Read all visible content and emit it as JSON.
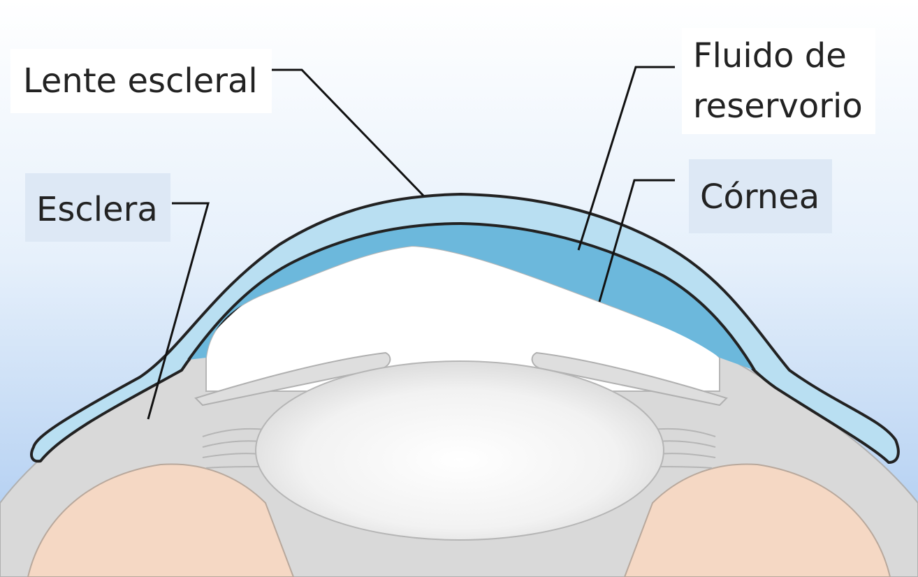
{
  "labels": {
    "lente_escleral": "Lente escleral",
    "fluido_line1": "Fluido de",
    "fluido_line2": "reservorio",
    "esclera": "Esclera",
    "cornea": "Córnea"
  },
  "colors": {
    "background_top": "#ffffff",
    "background_bottom": "#a9c9f0",
    "sclera": "#d9d9d9",
    "choroid": "#f5d8c4",
    "scleral_lens": "#b9dff2",
    "reservoir_fluid": "#6cb8dc",
    "cornea": "#f3f3f3",
    "lens": "#f0f0f0",
    "outline": "#222222",
    "label_box": "#dde8f5"
  }
}
